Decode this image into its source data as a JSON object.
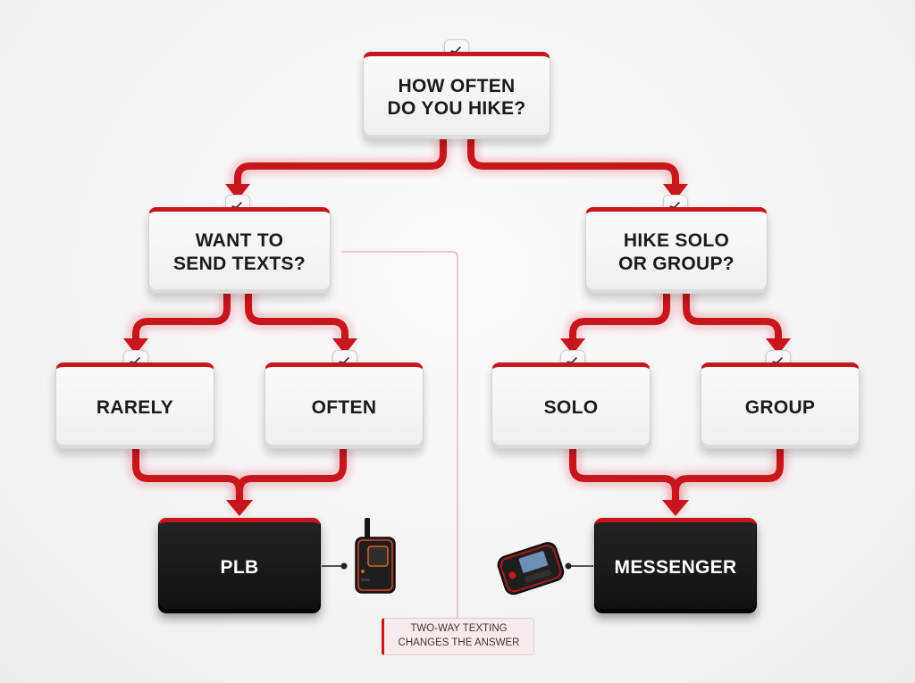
{
  "flowchart": {
    "root_question": "HOW OFTEN\nDO YOU HIKE?",
    "left_question": "WANT TO\nSEND TEXTS?",
    "right_question": "HIKE SOLO\nOR GROUP?",
    "options": {
      "rarely": "RARELY",
      "often": "OFTEN",
      "solo": "SOLO",
      "group": "GROUP"
    },
    "results": {
      "plb": "PLB",
      "messenger": "MESSENGER"
    },
    "note": "TWO-WAY TEXTING\nCHANGES THE ANSWER"
  },
  "icons": {
    "decision": "split-icon",
    "plb_device": "radio-beacon-icon",
    "messenger_device": "satellite-messenger-icon"
  },
  "colors": {
    "accent": "#c8161d",
    "node_light": "#f2f2f2",
    "node_dark": "#161616",
    "background": "#f1f1f1"
  }
}
